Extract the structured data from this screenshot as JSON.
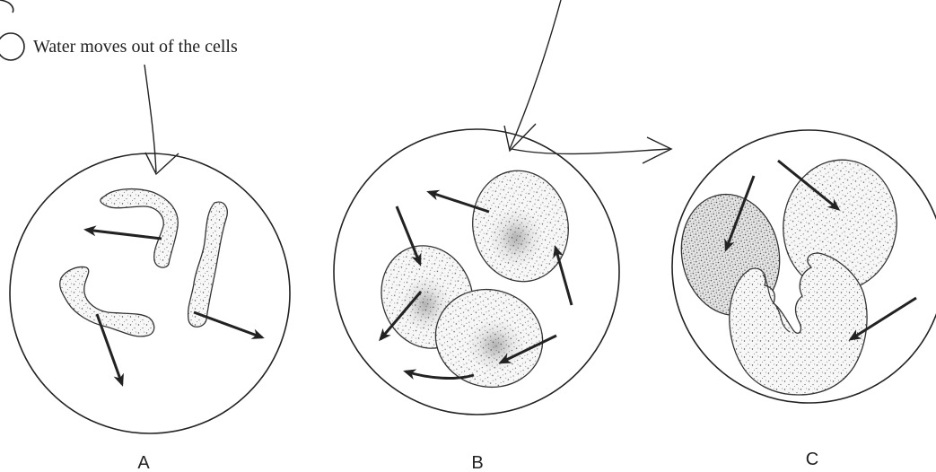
{
  "question": {
    "option_text": "Water moves out of the cells"
  },
  "panels": [
    {
      "id": "A",
      "label": "A"
    },
    {
      "id": "B",
      "label": "B"
    },
    {
      "id": "C",
      "label": "C"
    }
  ],
  "colors": {
    "ink": "#222222",
    "stipple": "#6a6a6a",
    "cell_fill": "#f6f6f6"
  }
}
